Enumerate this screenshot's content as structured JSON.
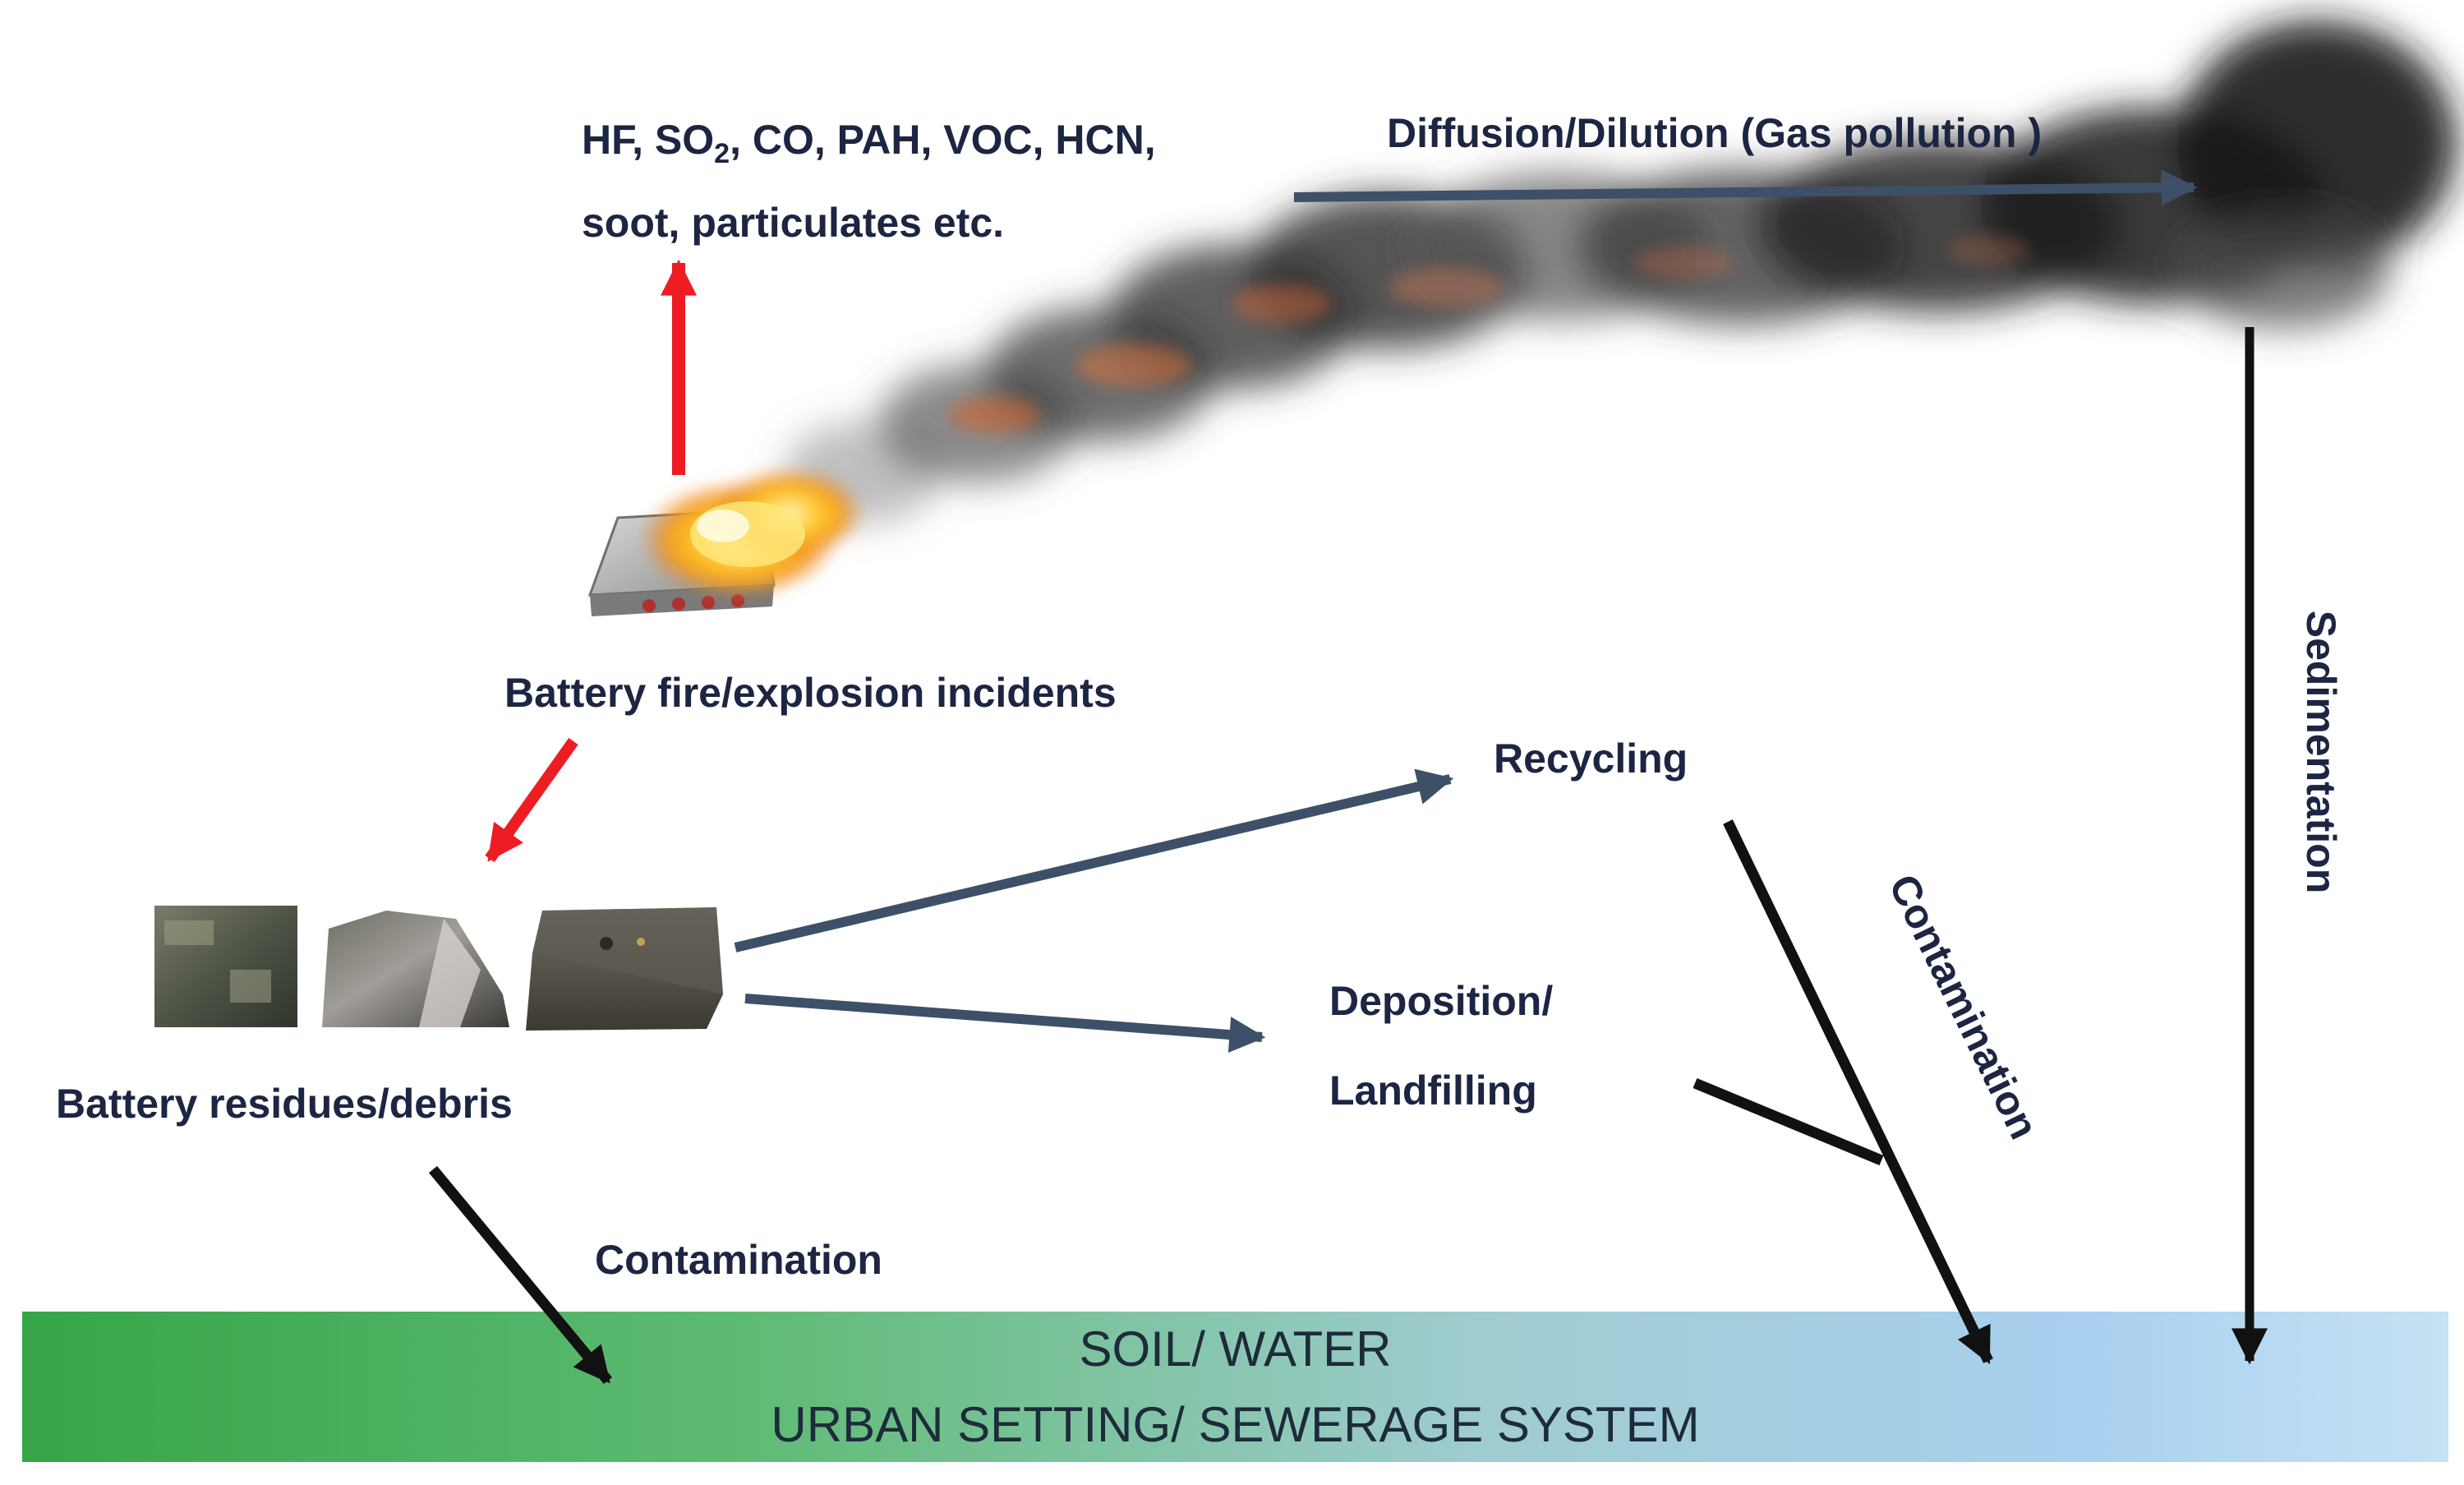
{
  "emissions": {
    "line1_prefix": "HF, SO",
    "line1_sub": "2",
    "line1_suffix": ", CO, PAH, VOC, HCN,",
    "line2": "soot, particulates etc."
  },
  "labels": {
    "diffusion": "Diffusion/Dilution (Gas pollution )",
    "fire": "Battery fire/explosion incidents",
    "residues": "Battery residues/debris",
    "recycling": "Recycling",
    "deposition": "Deposition/",
    "landfilling": "Landfilling",
    "contamination_left": "Contamination",
    "contamination_right": "Contamination",
    "sedimentation": "Sedimentation"
  },
  "ground": {
    "line1": "SOIL/ WATER",
    "line2": "URBAN SETTING/ SEWERAGE SYSTEM"
  },
  "colors": {
    "text": "#1c2542",
    "steel_arrow": "#3d5068",
    "black_arrow": "#111111",
    "red_arrow": "#ee1d23",
    "ground_green": "#3fae4c",
    "ground_blue": "#b4d6f0"
  }
}
